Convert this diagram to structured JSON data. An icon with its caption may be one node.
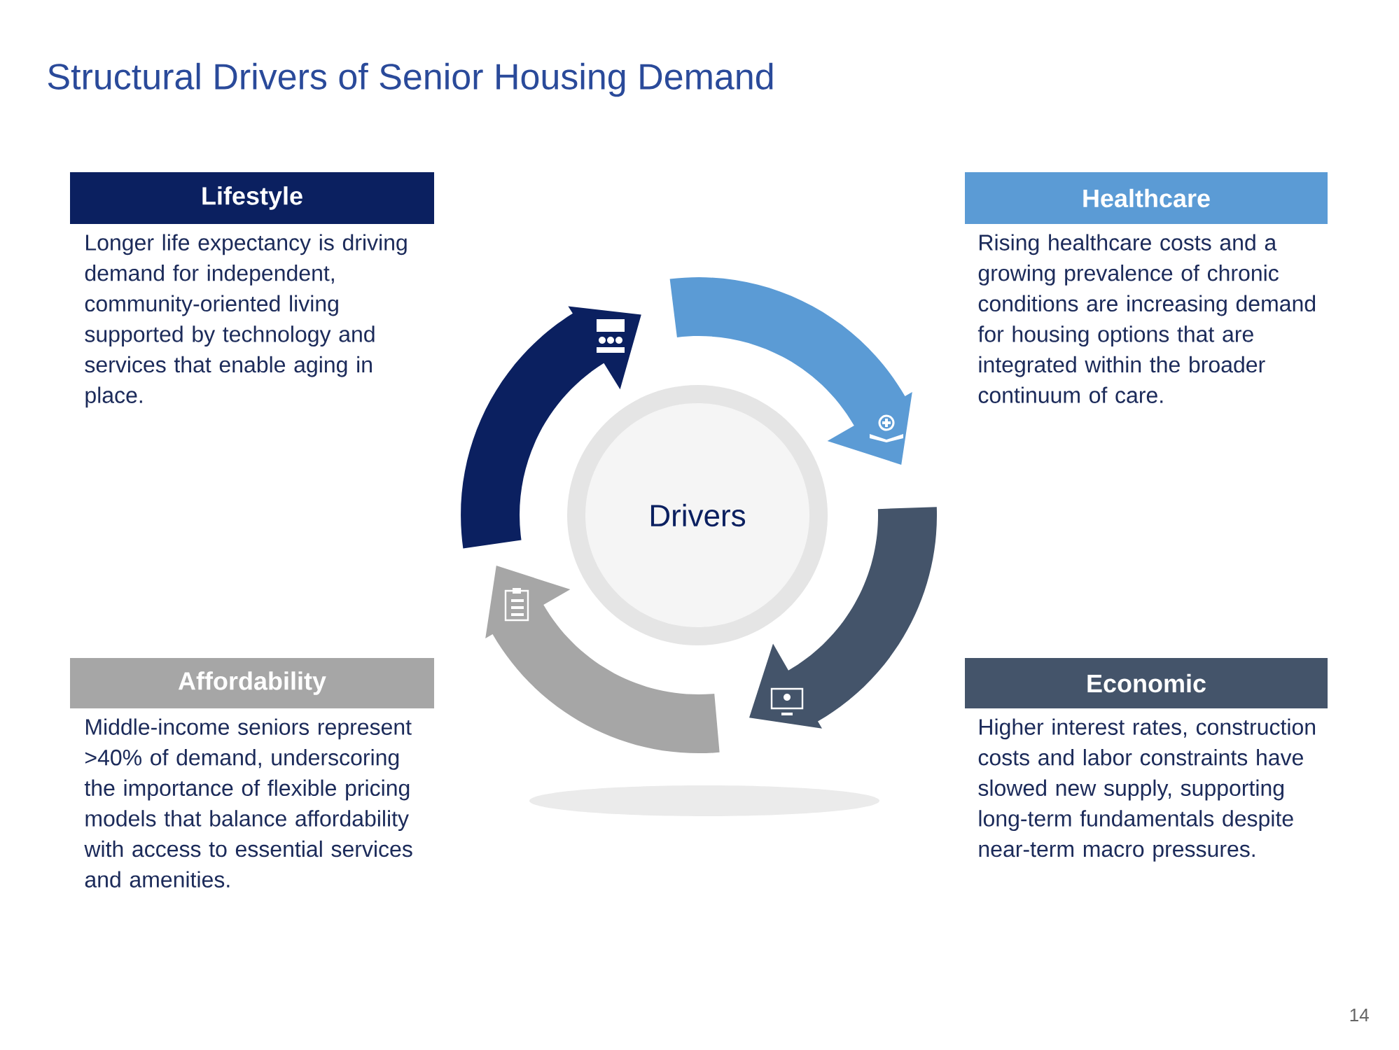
{
  "diagram": {
    "title": "Structural Drivers of Senior Housing Demand",
    "nodes": [
      {
        "text": [
          "Lifestyle",
          "Longer life expectancy is driving demand for independent, community-oriented living supported by technology and services that enable aging in place."
        ]
      },
      {
        "text": [
          "Healthcare",
          "Rising healthcare costs and a growing prevalence of chronic conditions are increasing demand for housing options that are integrated within the broader continuum of care."
        ]
      },
      {
        "text": [
          "Drivers"
        ]
      },
      {
        "text": [
          "Affordability",
          "Middle-income seniors represent >40% of demand, underscoring the importance of flexible pricing models that balance affordability with access to essential services and amenities."
        ]
      },
      {
        "text": [
          "Economic",
          "Higher interest rates, construction costs and labor constraints have slowed new supply, supporting long-term fundamentals despite near-term macro pressures."
        ]
      }
    ],
    "labels": [
      "14"
    ]
  }
}
